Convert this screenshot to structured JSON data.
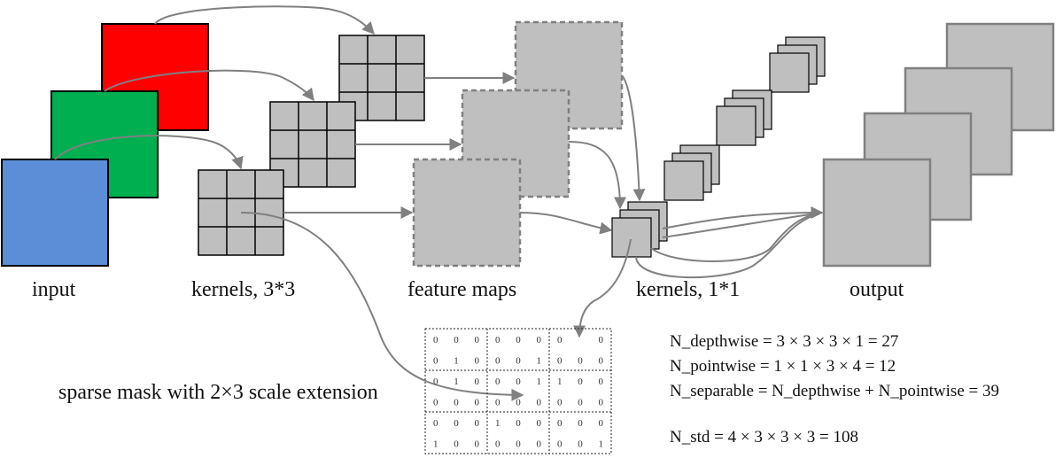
{
  "labels": {
    "input": "input",
    "kernels_3": "kernels, 3*3",
    "feature_maps": "feature maps",
    "kernels_1": "kernels, 1*1",
    "output": "output",
    "mask_caption": "sparse mask with 2×3 scale extension"
  },
  "equations": [
    "N_depthwise = 3 × 3 × 3 × 1 = 27",
    "N_pointwise = 1 × 1 × 3 × 4 = 12",
    "N_separable = N_depthwise + N_pointwise = 39",
    "N_std = 4 × 3 × 3 × 3 = 108"
  ],
  "input_channel_colors": [
    "#ff0000",
    "#00b050",
    "#5b8ed6"
  ],
  "gray_fill": "#bfbfbf",
  "mask_grid": [
    [
      "0",
      "0",
      "0",
      "0",
      "0",
      "0",
      "0",
      "",
      "0"
    ],
    [
      "0",
      "1",
      "0",
      "0",
      "0",
      "1",
      "0",
      "0",
      "0"
    ],
    [
      "0",
      "1",
      "0",
      "0",
      "0",
      "1",
      "1",
      "0",
      "0"
    ],
    [
      "0",
      "0",
      "0",
      "0",
      "0",
      "0",
      "0",
      "0",
      "0"
    ],
    [
      "0",
      "0",
      "0",
      "1",
      "0",
      "0",
      "0",
      "0",
      "0"
    ],
    [
      "1",
      "0",
      "0",
      "0",
      "0",
      "0",
      "0",
      "0",
      "1"
    ]
  ]
}
